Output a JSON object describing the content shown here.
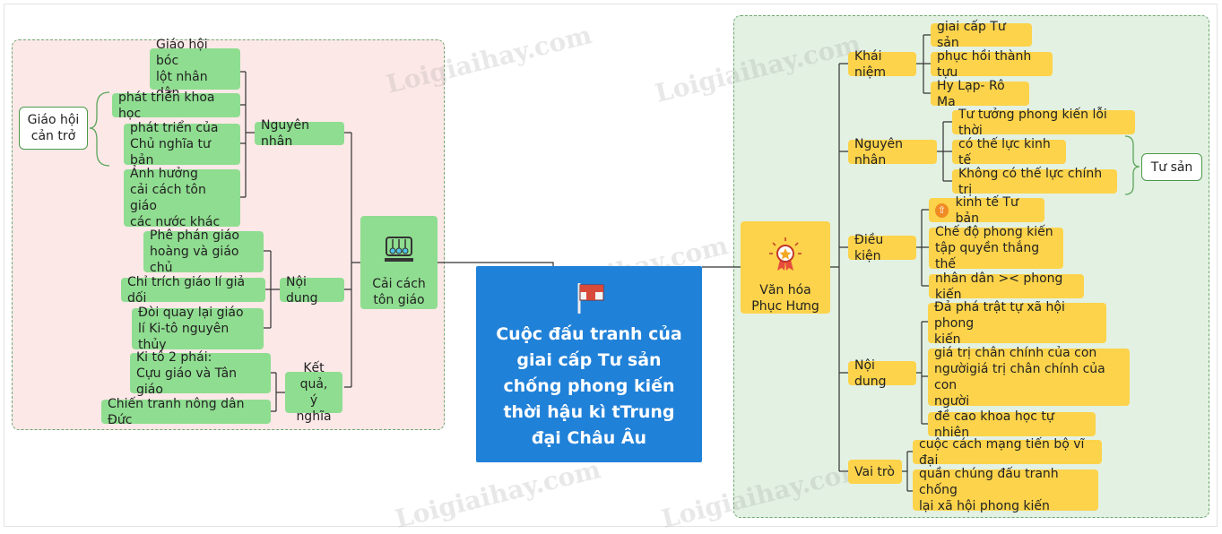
{
  "center": {
    "title": "Cuộc đấu tranh của\ngiai cấp Tư sản\nchống phong kiến\nthời hậu kì tTrung\nđại Châu Âu"
  },
  "left": {
    "main": "Cải cách\ntôn giáo",
    "nguyen_nhan": {
      "label": "Nguyên nhân",
      "items": [
        "Giáo hội bóc\nlột nhân dân.",
        "phát triển khoa học",
        "phát triển của\nChủ nghĩa tư bản",
        "Ảnh hưởng\ncải cách tôn giáo\ncác nước khác"
      ],
      "group_note": "Giáo hội\ncản trở"
    },
    "noi_dung": {
      "label": "Nội dung",
      "items": [
        "Phê phán giáo\nhoàng và giáo chủ",
        "Chỉ trích giáo lí giả dối",
        "Đòi quay lại giáo\nlí Ki-tô nguyên thủy"
      ]
    },
    "ket_qua": {
      "label": "Kết quả,\ný nghĩa",
      "items": [
        "Ki tô 2 phái:\nCựu giáo và Tân giáo",
        "Chiến tranh nông dân Đức"
      ]
    }
  },
  "right": {
    "main": "Văn hóa\nPhục Hưng",
    "khai_niem": {
      "label": "Khái niệm",
      "items": [
        "giai cấp Tư sản",
        "phục hồi thành tựu",
        "Hy Lạp- Rô Ma"
      ]
    },
    "nguyen_nhan": {
      "label": "Nguyên nhân",
      "items": [
        "Tư tưởng phong kiến lỗi thời",
        "có thế lực kinh tế",
        "Không có thế lực chính trị"
      ],
      "group_note": "Tư sản"
    },
    "dieu_kien": {
      "label": "Điều kiện",
      "items": [
        "kinh tế Tư bản",
        "Chế độ phong kiến\ntập quyền thắng thế",
        "nhân dân >< phong kiến"
      ]
    },
    "noi_dung": {
      "label": "Nội dung",
      "items": [
        "Đả phá trật tự xã hội phong\nkiến",
        "giá trị chân chính của con\nngườigiá trị chân chính của con\nngười",
        "đề cao khoa học tự nhiên"
      ]
    },
    "vai_tro": {
      "label": "Vai trò",
      "items": [
        "cuộc cách mạng tiến bộ vĩ đại",
        "quần chúng đấu tranh chống\nlại xã hội phong kiến"
      ]
    }
  },
  "watermark": "Loigiaihay.com",
  "colors": {
    "green_node": "#8fdd90",
    "yellow_node": "#fcd34a",
    "center": "#2081d8",
    "left_bg": "#fde8e8",
    "right_bg": "#e3f1e3",
    "line": "#333333"
  },
  "icons": [
    "cradle-icon",
    "flag-icon",
    "medal-icon",
    "arrow-up-icon"
  ]
}
